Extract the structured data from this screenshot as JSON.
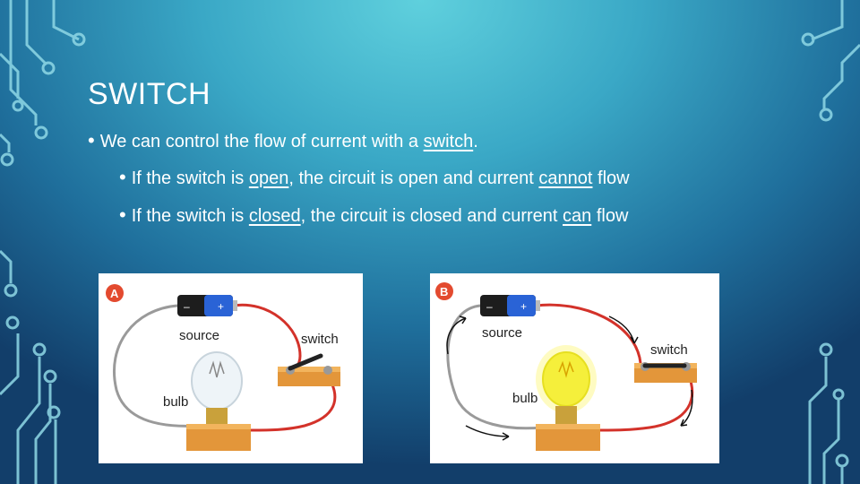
{
  "title": "SWITCH",
  "bullets": {
    "b1": {
      "pre": "We can control the flow of current with a ",
      "link": "switch",
      "post": "."
    },
    "b2": {
      "pre": "If the switch is ",
      "u1": "open",
      "mid": ", the circuit is open and current ",
      "u2": "cannot",
      "post": " flow"
    },
    "b3": {
      "pre": "If the switch is ",
      "u1": "closed",
      "mid": ", the circuit is closed and current ",
      "u2": "can",
      "post": " flow"
    }
  },
  "panel_a": {
    "badge": "A",
    "source": "source",
    "switch": "switch",
    "bulb": "bulb"
  },
  "panel_b": {
    "badge": "B",
    "source": "source",
    "switch": "switch",
    "bulb": "bulb"
  },
  "battery": {
    "minus": "–",
    "plus": "+"
  },
  "colors": {
    "badge": "#e34a2f",
    "wire_red": "#d3322a",
    "wire_gray": "#9a9a9a",
    "base": "#e3963a"
  }
}
